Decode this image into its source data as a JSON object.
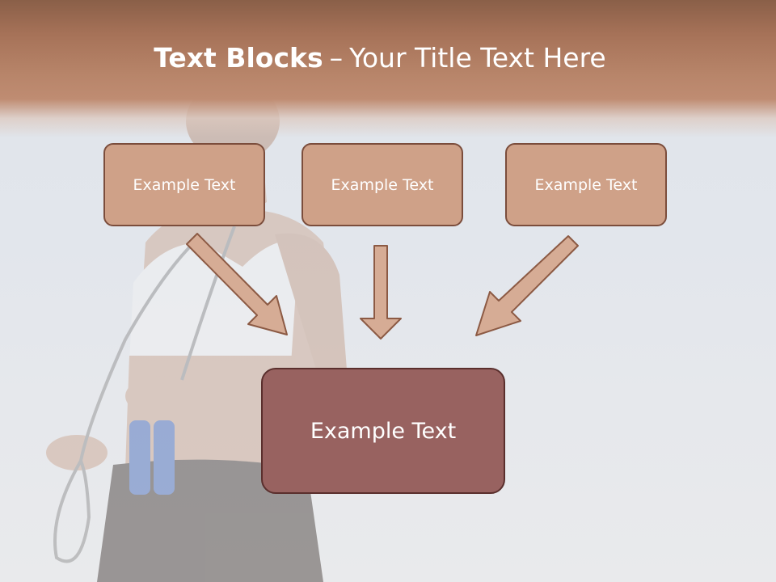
{
  "slide": {
    "title_bold": "Text Blocks",
    "title_dash": "–",
    "title_rest": "Your Title Text Here"
  },
  "diagram": {
    "top_boxes": [
      {
        "label": "Example Text"
      },
      {
        "label": "Example Text"
      },
      {
        "label": "Example Text"
      }
    ],
    "bottom_box": {
      "label": "Example Text"
    }
  },
  "colors": {
    "header": "#b07a5f",
    "small_box_fill": "#cfa188",
    "small_box_border": "#7b4d3c",
    "big_box_fill": "#986260",
    "big_box_border": "#5a2f2d",
    "arrow_fill": "#d6ac95",
    "arrow_stroke": "#8c5a44"
  },
  "icons": {
    "background_photo": "woman-with-jump-rope-photo"
  }
}
